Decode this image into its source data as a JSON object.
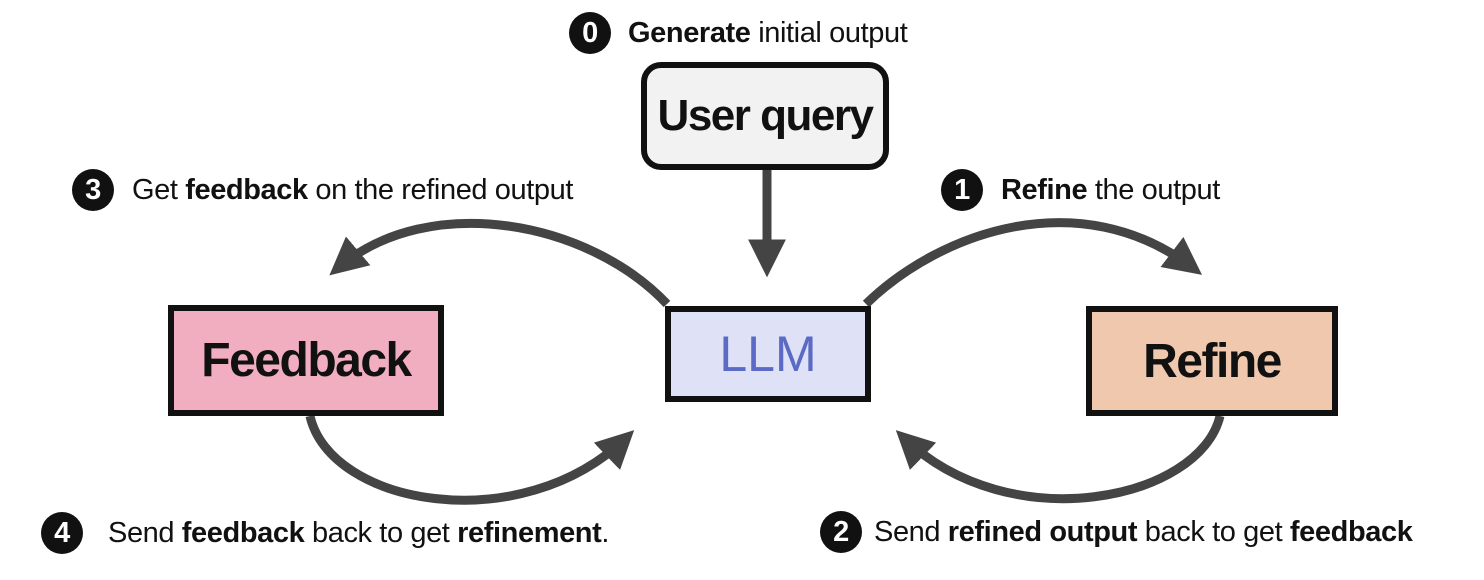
{
  "boxes": {
    "user_query": "User query",
    "llm": "LLM",
    "feedback": "Feedback",
    "refine": "Refine"
  },
  "steps": [
    {
      "number": "0",
      "bold": "Generate",
      "rest": " initial output"
    },
    {
      "number": "1",
      "bold": "Refine",
      "rest": " the output"
    },
    {
      "number": "2",
      "pre": "Send ",
      "bold": "refined output",
      "mid": " back to get ",
      "bold2": "feedback"
    },
    {
      "number": "3",
      "pre": "Get ",
      "bold": "feedback",
      "rest": " on the refined output"
    },
    {
      "number": "4",
      "pre": "Send ",
      "bold": "feedback",
      "mid": " back to get ",
      "bold2": "refinement",
      "end": "."
    }
  ],
  "colors": {
    "llm_fill": "#dfe2f6",
    "llm_text": "#5b6ac4",
    "feedback_fill": "#f2aec1",
    "refine_fill": "#f0c8ae",
    "user_query_fill": "#f2f2f2",
    "arrow": "#444444"
  }
}
